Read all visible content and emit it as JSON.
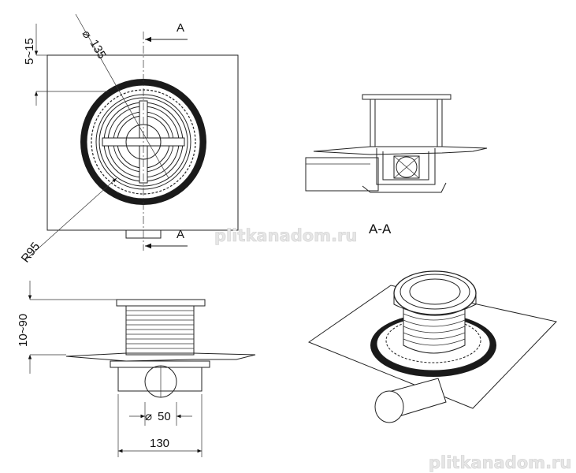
{
  "labels": {
    "section_a_top": "A",
    "section_a_bottom": "A",
    "section_title": "A-A",
    "dia_135": "135",
    "dia_50": "50",
    "diameter_symbol": "⌀",
    "dim_5_15": "5~15",
    "dim_r95": "R95",
    "dim_10_90": "10~90",
    "dim_130": "130"
  },
  "watermarks": {
    "center": "plitkanadom.ru",
    "corner": "plitkanadom.ru"
  },
  "colors": {
    "line": "#222222",
    "gasket": "#1a1a1a",
    "background": "#ffffff"
  }
}
